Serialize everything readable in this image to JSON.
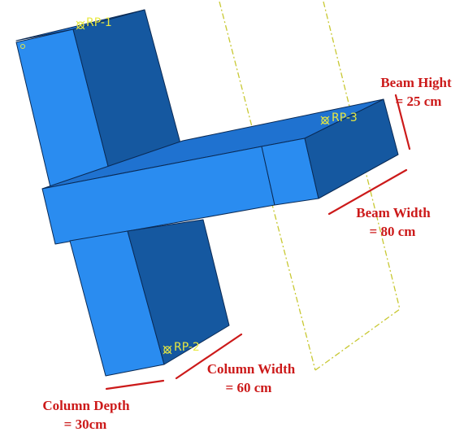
{
  "viewport": {
    "background": "#ffffff",
    "colors": {
      "face_light": "#2a8cf0",
      "face_dark": "#1558a0",
      "face_top": "#1f72d0",
      "edge": "#0a2a55",
      "reference_point": "#e8e840",
      "dashed_plane": "#c8c832",
      "dimension": "#cc1a1a"
    }
  },
  "reference_points": {
    "rp1": "RP-1",
    "rp2": "RP-2",
    "rp3": "RP-3"
  },
  "annotations": {
    "beam_height": {
      "line1": "Beam Hight",
      "line2": "= 25 cm"
    },
    "beam_width": {
      "line1": "Beam Width",
      "line2": "= 80 cm"
    },
    "column_width": {
      "line1": "Column Width",
      "line2": "= 60 cm"
    },
    "column_depth": {
      "line1": "Column Depth",
      "line2": "= 30cm"
    }
  }
}
